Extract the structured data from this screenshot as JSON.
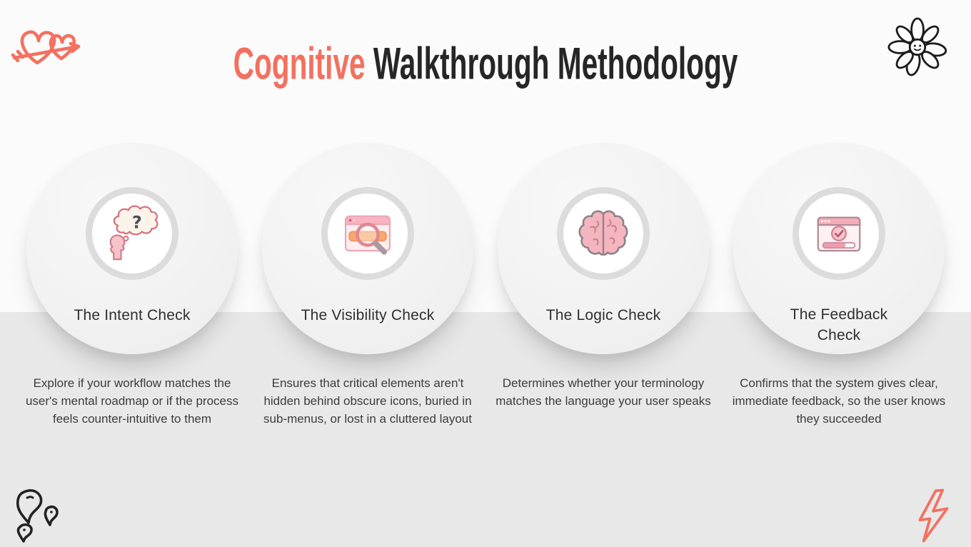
{
  "slide": {
    "title": {
      "highlight": "Cognitive",
      "rest": " Walkthrough Methodology"
    }
  },
  "cards": [
    {
      "title": "The Intent Check",
      "icon": "thought-bubble-question-icon",
      "description": "Explore if your workflow matches the user's mental roadmap or if the process feels counter-intuitive to them"
    },
    {
      "title": "The Visibility Check",
      "icon": "browser-magnifier-icon",
      "description": "Ensures that critical elements aren't hidden behind obscure icons, buried in sub-menus, or lost in a cluttered layout"
    },
    {
      "title": "The Logic Check",
      "icon": "brain-icon",
      "description": "Determines whether your terminology matches the language your user speaks"
    },
    {
      "title": "The Feedback Check",
      "icon": "browser-checkmark-icon",
      "description": "Confirms that the system gives clear, immediate feedback, so the user knows they succeeded"
    }
  ],
  "decorations": {
    "top_left": "hearts-arrow-doodle",
    "top_right": "daisy-flower-doodle",
    "bottom_left": "ink-drops-doodle",
    "bottom_right": "lightning-bolt-doodle"
  },
  "colors": {
    "accent": "#F4705F",
    "heading_text": "#262626",
    "body_text": "#3C3C3C",
    "band": "#E8E8E8",
    "background": "#FBFBFB",
    "circle_fill": "#F2F2F2",
    "ring": "#DCDCDC",
    "icon_pink": "#F6AEB9",
    "icon_orange": "#F9A76D"
  }
}
